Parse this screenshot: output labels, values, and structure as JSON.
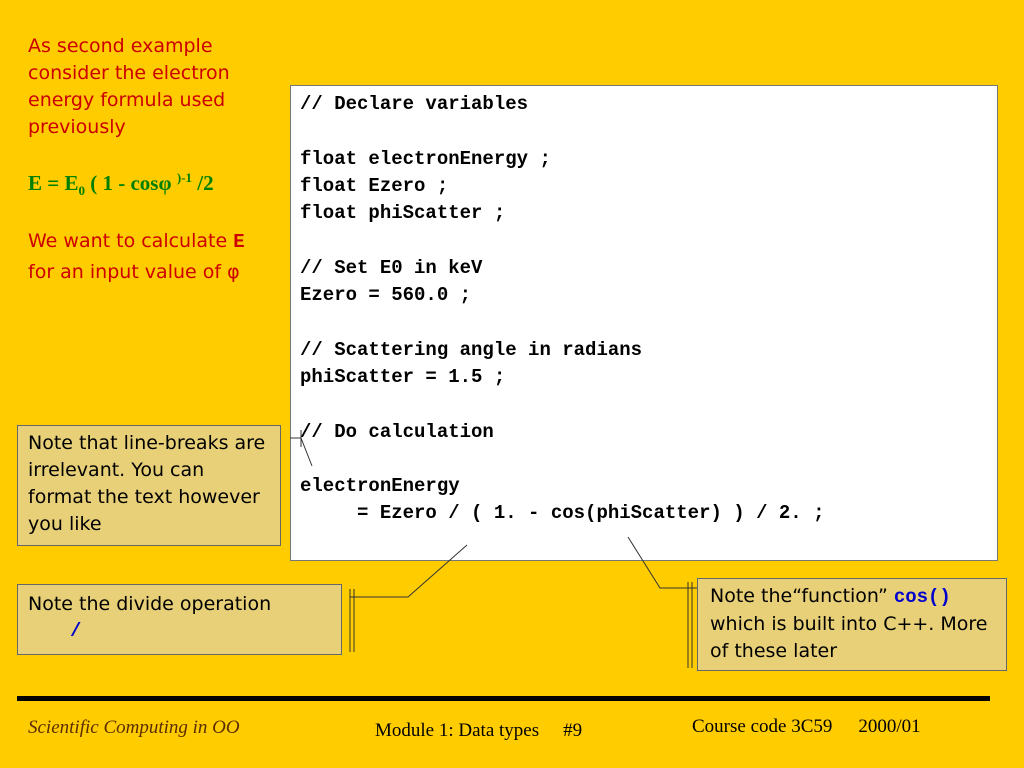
{
  "intro": {
    "text": "As second example consider the electron energy formula used previously"
  },
  "formula": {
    "lhs": "E = E",
    "sub": "0",
    "mid": " ( 1 - cosφ ",
    "sup": ")-1",
    "end": " /2"
  },
  "want": {
    "prefix": "We want to calculate ",
    "var": "E",
    "suffix": "for an input value of φ"
  },
  "code": {
    "text": "// Declare variables\n\nfloat electronEnergy ;\nfloat Ezero ;\nfloat phiScatter ;\n\n// Set E0 in keV\nEzero = 560.0 ;\n\n// Scattering angle in radians\nphiScatter = 1.5 ;\n\n// Do calculation\n\nelectronEnergy\n     = Ezero / ( 1. - cos(phiScatter) ) / 2. ;"
  },
  "notes": {
    "linebreaks": "Note that line-breaks are irrelevant. You can format the text however you like",
    "divide_label": "Note the divide operation",
    "divide_symbol": "/",
    "function_prefix": "Note the“function” ",
    "function_name": "cos()",
    "function_suffix": "which is built into C++. More of these later"
  },
  "footer": {
    "left": "Scientific Computing in OO",
    "module": "Module 1: Data types",
    "slide": "#9",
    "course": "Course code 3C59",
    "year": "2000/01"
  }
}
